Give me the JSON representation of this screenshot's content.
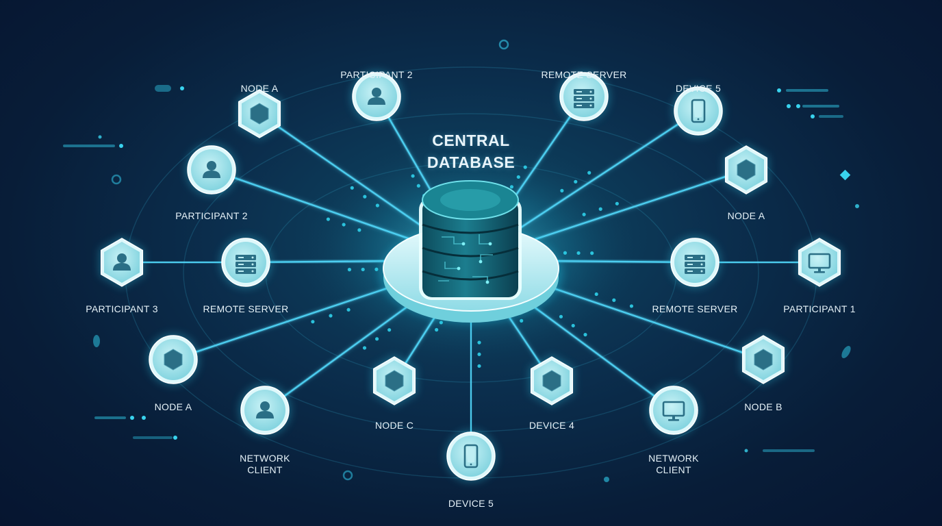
{
  "diagram": {
    "title": "CENTRAL\nDATABASE",
    "hub": {
      "name": "central-database",
      "icon": "database-icon"
    },
    "nodes": [
      {
        "id": "n1",
        "label": "NODE A",
        "shape": "hexagon",
        "icon": "cube-icon"
      },
      {
        "id": "n2",
        "label": "PARTICIPANT 2",
        "shape": "circle",
        "icon": "user-icon"
      },
      {
        "id": "n3",
        "label": "REMOTE SERVER",
        "shape": "circle",
        "icon": "server-icon"
      },
      {
        "id": "n4",
        "label": "DEVICE 5",
        "shape": "circle",
        "icon": "phone-icon"
      },
      {
        "id": "n5",
        "label": "PARTICIPANT 2",
        "shape": "circle",
        "icon": "user-icon"
      },
      {
        "id": "n6",
        "label": "NODE A",
        "shape": "hexagon",
        "icon": "cube-icon"
      },
      {
        "id": "n7",
        "label": "PARTICIPANT 3",
        "shape": "hexagon",
        "icon": "user-icon"
      },
      {
        "id": "n8",
        "label": "REMOTE SERVER",
        "shape": "circle",
        "icon": "server-icon"
      },
      {
        "id": "n9",
        "label": "REMOTE SERVER",
        "shape": "circle",
        "icon": "server-icon"
      },
      {
        "id": "n10",
        "label": "PARTICIPANT 1",
        "shape": "hexagon",
        "icon": "monitor-icon"
      },
      {
        "id": "n11",
        "label": "NODE A",
        "shape": "circle",
        "icon": "cube-icon"
      },
      {
        "id": "n12",
        "label": "NODE B",
        "shape": "hexagon",
        "icon": "cube-icon"
      },
      {
        "id": "n13",
        "label": "NETWORK\nCLIENT",
        "shape": "circle",
        "icon": "user-icon"
      },
      {
        "id": "n14",
        "label": "NETWORK\nCLIENT",
        "shape": "circle",
        "icon": "monitor-icon"
      },
      {
        "id": "n15",
        "label": "NODE C",
        "shape": "hexagon",
        "icon": "cube-icon"
      },
      {
        "id": "n16",
        "label": "DEVICE 4",
        "shape": "hexagon",
        "icon": "cube-icon"
      },
      {
        "id": "n17",
        "label": "DEVICE 5",
        "shape": "circle",
        "icon": "phone-icon"
      }
    ],
    "links": [
      {
        "from": "hub",
        "to": "n1"
      },
      {
        "from": "hub",
        "to": "n2"
      },
      {
        "from": "hub",
        "to": "n3"
      },
      {
        "from": "hub",
        "to": "n4"
      },
      {
        "from": "hub",
        "to": "n5"
      },
      {
        "from": "hub",
        "to": "n6"
      },
      {
        "from": "hub",
        "to": "n8"
      },
      {
        "from": "n8",
        "to": "n7"
      },
      {
        "from": "hub",
        "to": "n9"
      },
      {
        "from": "n9",
        "to": "n10"
      },
      {
        "from": "hub",
        "to": "n11"
      },
      {
        "from": "hub",
        "to": "n12"
      },
      {
        "from": "hub",
        "to": "n13"
      },
      {
        "from": "hub",
        "to": "n14"
      },
      {
        "from": "hub",
        "to": "n15"
      },
      {
        "from": "hub",
        "to": "n16"
      },
      {
        "from": "hub",
        "to": "n17"
      }
    ],
    "colors": {
      "background": "#081d38",
      "link": "#4fd3f5",
      "node_fill": "#9fe3ec",
      "node_ring": "#dff8fb",
      "icon": "#2b6f86",
      "label": "#e6f2f8",
      "accent": "#2fd0ea"
    }
  }
}
